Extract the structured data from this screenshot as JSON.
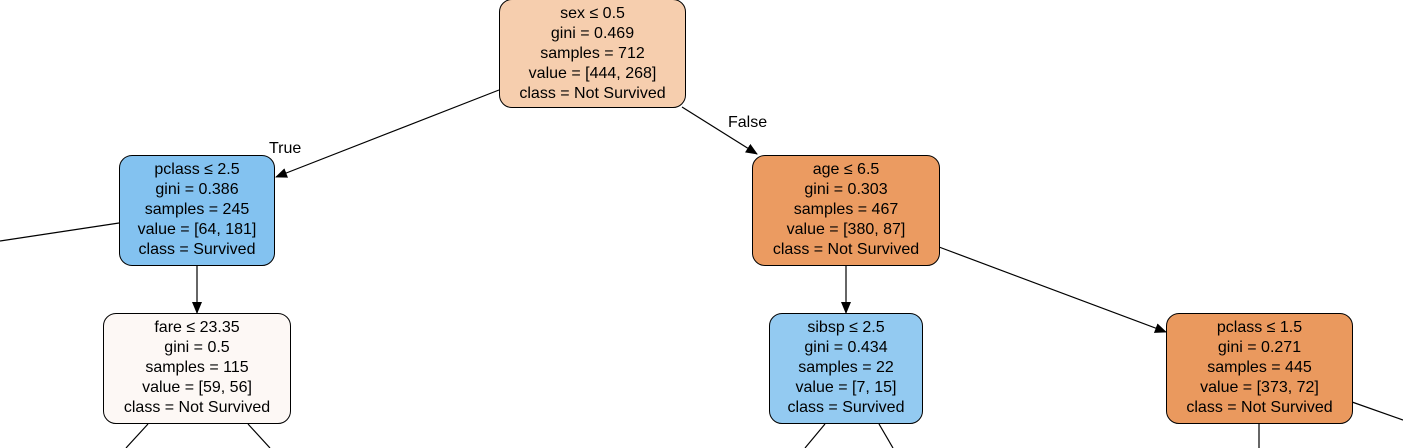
{
  "nodes": [
    {
      "id": "root",
      "lines": [
        "sex ≤ 0.5",
        "gini = 0.469",
        "samples = 712",
        "value = [444, 268]",
        "class = Not Survived"
      ],
      "fill": "#f6ceae"
    },
    {
      "id": "left",
      "lines": [
        "pclass ≤ 2.5",
        "gini = 0.386",
        "samples = 245",
        "value = [64, 181]",
        "class = Survived"
      ],
      "fill": "#83c2f0"
    },
    {
      "id": "right",
      "lines": [
        "age ≤ 6.5",
        "gini = 0.303",
        "samples = 467",
        "value = [380, 87]",
        "class = Not Survived"
      ],
      "fill": "#eb9b61"
    },
    {
      "id": "left-right",
      "lines": [
        "fare ≤ 23.35",
        "gini = 0.5",
        "samples = 115",
        "value = [59, 56]",
        "class = Not Survived"
      ],
      "fill": "#fdf8f5"
    },
    {
      "id": "right-left",
      "lines": [
        "sibsp ≤ 2.5",
        "gini = 0.434",
        "samples = 22",
        "value = [7, 15]",
        "class = Survived"
      ],
      "fill": "#93caf1"
    },
    {
      "id": "right-right",
      "lines": [
        "pclass ≤ 1.5",
        "gini = 0.271",
        "samples = 445",
        "value = [373, 72]",
        "class = Not Survived"
      ],
      "fill": "#ea995e"
    }
  ],
  "edge_labels": {
    "true": "True",
    "false": "False"
  }
}
